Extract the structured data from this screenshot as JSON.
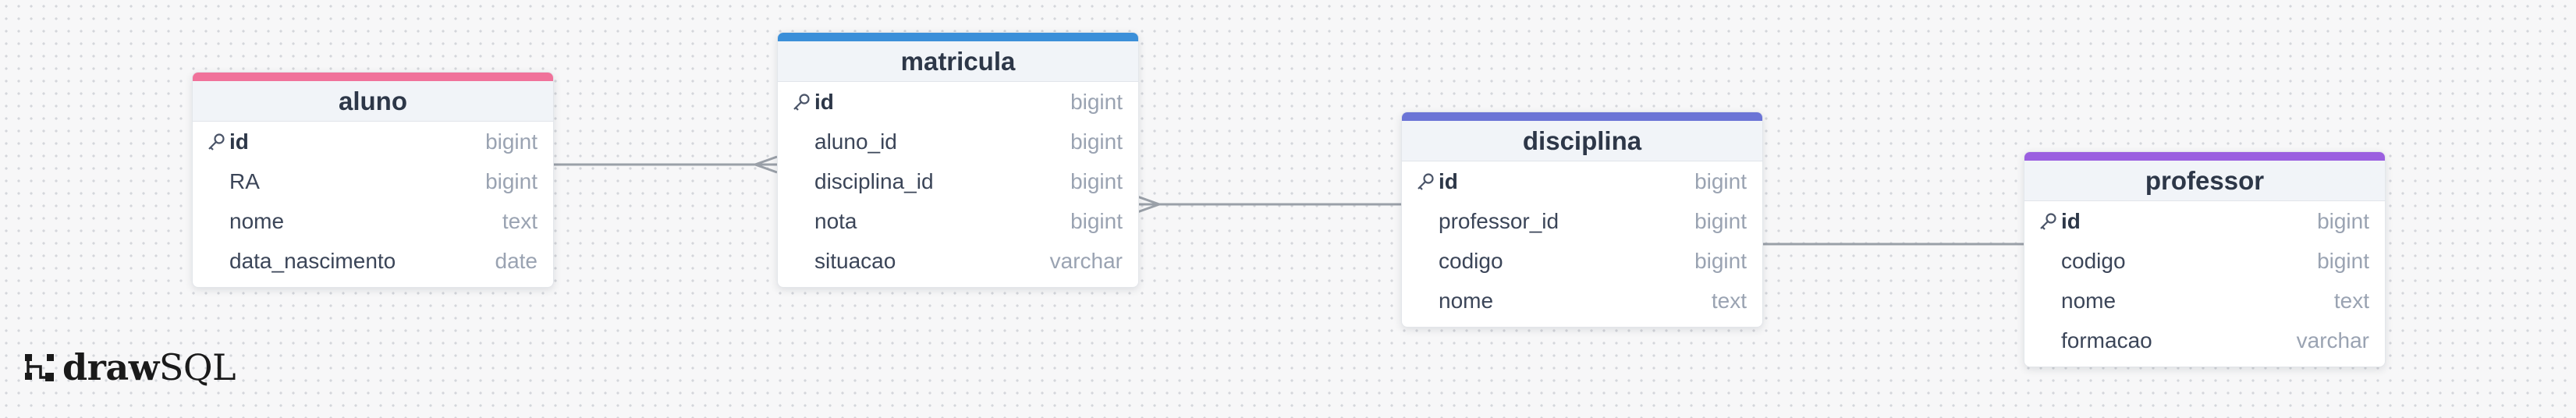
{
  "diagram": {
    "tables": [
      {
        "id": "aluno",
        "name": "aluno",
        "color": "#f0729a",
        "fields": [
          {
            "name": "id",
            "type": "bigint",
            "pk": true
          },
          {
            "name": "RA",
            "type": "bigint",
            "pk": false
          },
          {
            "name": "nome",
            "type": "text",
            "pk": false
          },
          {
            "name": "data_nascimento",
            "type": "date",
            "pk": false
          }
        ]
      },
      {
        "id": "matricula",
        "name": "matricula",
        "color": "#3b8fd9",
        "fields": [
          {
            "name": "id",
            "type": "bigint",
            "pk": true
          },
          {
            "name": "aluno_id",
            "type": "bigint",
            "pk": false
          },
          {
            "name": "disciplina_id",
            "type": "bigint",
            "pk": false
          },
          {
            "name": "nota",
            "type": "bigint",
            "pk": false
          },
          {
            "name": "situacao",
            "type": "varchar",
            "pk": false
          }
        ]
      },
      {
        "id": "disciplina",
        "name": "disciplina",
        "color": "#6b74d6",
        "fields": [
          {
            "name": "id",
            "type": "bigint",
            "pk": true
          },
          {
            "name": "professor_id",
            "type": "bigint",
            "pk": false
          },
          {
            "name": "codigo",
            "type": "bigint",
            "pk": false
          },
          {
            "name": "nome",
            "type": "text",
            "pk": false
          }
        ]
      },
      {
        "id": "professor",
        "name": "professor",
        "color": "#9b5fe0",
        "fields": [
          {
            "name": "id",
            "type": "bigint",
            "pk": true
          },
          {
            "name": "codigo",
            "type": "bigint",
            "pk": false
          },
          {
            "name": "nome",
            "type": "text",
            "pk": false
          },
          {
            "name": "formacao",
            "type": "varchar",
            "pk": false
          }
        ]
      }
    ],
    "relationships": [
      {
        "from_table": "aluno",
        "from_field": "id",
        "to_table": "matricula",
        "to_field": "aluno_id",
        "from_cardinality": "one",
        "to_cardinality": "many"
      },
      {
        "from_table": "disciplina",
        "from_field": "id",
        "to_table": "matricula",
        "to_field": "disciplina_id",
        "from_cardinality": "one",
        "to_cardinality": "many"
      },
      {
        "from_table": "professor",
        "from_field": "id",
        "to_table": "disciplina",
        "to_field": "professor_id",
        "from_cardinality": "one",
        "to_cardinality": "one"
      }
    ]
  },
  "brand": {
    "bold": "draw",
    "light": "SQL"
  },
  "icons": {
    "primary_key": "key-icon",
    "logo": "drawsql-logo-icon"
  },
  "colors": {
    "line": "#9aa0a8",
    "text": "#2d3748",
    "type_text": "#9aa3b2"
  }
}
